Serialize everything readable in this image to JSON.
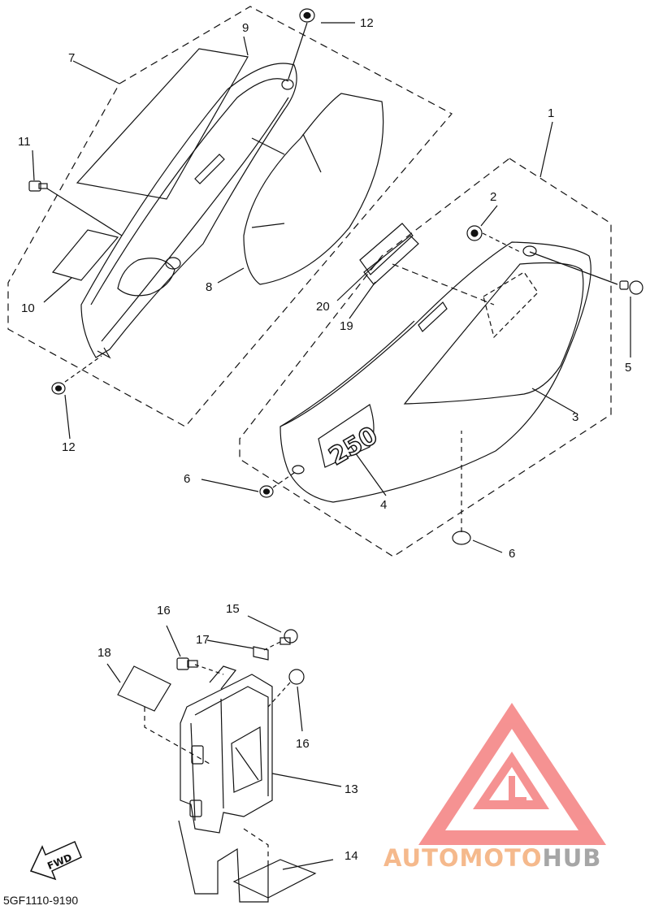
{
  "callouts": [
    "1",
    "2",
    "3",
    "4",
    "5",
    "6",
    "6",
    "7",
    "8",
    "9",
    "10",
    "11",
    "12",
    "12",
    "13",
    "14",
    "15",
    "16",
    "16",
    "17",
    "18",
    "19",
    "20"
  ],
  "decal_text": "250",
  "diagram_code": "5GF1110-9190",
  "fwd_label": "FWD",
  "watermark": {
    "part1": "AUTOMOTO",
    "part2": "HUB",
    "color1": "#f5b98c",
    "color2": "#a6a6a6",
    "logo_color": "#f47f7f"
  }
}
